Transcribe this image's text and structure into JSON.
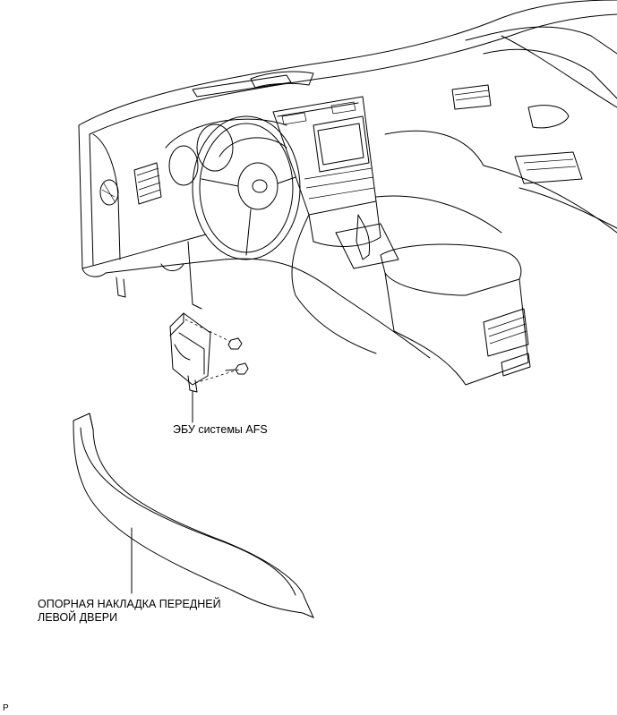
{
  "labels": {
    "ecu": "ЭБУ системы AFS",
    "door_trim_line1": "ОПОРНАЯ НАКЛАДКА ПЕРЕДНЕЙ",
    "door_trim_line2": "ЛЕВОЙ ДВЕРИ"
  },
  "corner_code": "P",
  "colors": {
    "line": "#000000",
    "background": "#ffffff"
  }
}
